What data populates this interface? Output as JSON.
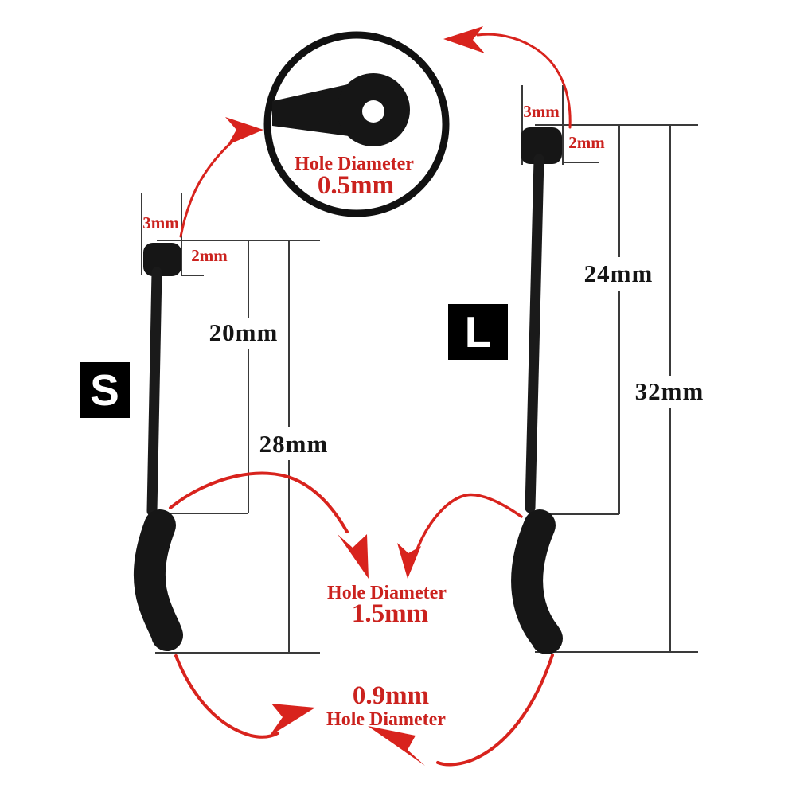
{
  "diagram": {
    "magnifier": {
      "label": "Hole Diameter",
      "value": "0.5mm"
    },
    "tool_s": {
      "size_label": "S",
      "head_width": "3mm",
      "head_height": "2mm",
      "stem_length": "20mm",
      "total_length": "28mm"
    },
    "tool_l": {
      "size_label": "L",
      "head_width": "3mm",
      "head_height": "2mm",
      "stem_length": "24mm",
      "total_length": "32mm"
    },
    "middle_note": {
      "label": "Hole Diameter",
      "value": "1.5mm"
    },
    "bottom_note": {
      "value": "0.9mm",
      "label": "Hole Diameter"
    },
    "colors": {
      "annotation_red": "#cb221e",
      "arrow_red": "#d8231d",
      "dimension_line": "#3a3a3a",
      "tool_black": "#161616"
    }
  }
}
